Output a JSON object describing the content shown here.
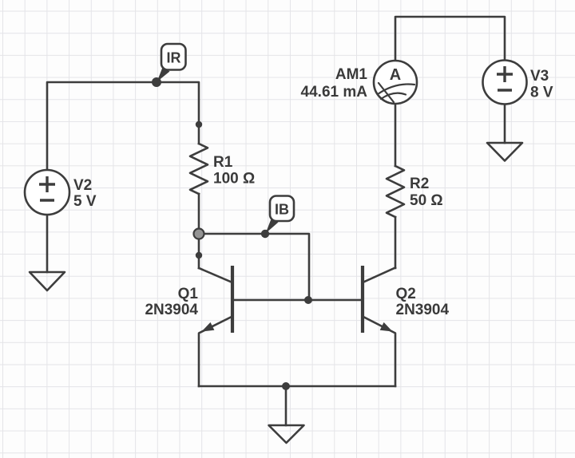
{
  "schematic": {
    "flags": {
      "ir": {
        "label": "IR"
      },
      "ib": {
        "label": "IB"
      }
    },
    "sources": {
      "v2": {
        "name": "V2",
        "value": "5 V"
      },
      "v3": {
        "name": "V3",
        "value": "8 V"
      }
    },
    "resistors": {
      "r1": {
        "name": "R1",
        "value": "100 Ω"
      },
      "r2": {
        "name": "R2",
        "value": "50 Ω"
      }
    },
    "transistors": {
      "q1": {
        "name": "Q1",
        "part": "2N3904"
      },
      "q2": {
        "name": "Q2",
        "part": "2N3904"
      }
    },
    "meters": {
      "am1": {
        "name": "AM1",
        "reading": "44.61 mA",
        "symbol": "A"
      }
    },
    "colors": {
      "wire": "#3d3d3d",
      "grid": "#e4e4e8",
      "background": "#fdfdfd",
      "node_fill": "#949494"
    }
  }
}
